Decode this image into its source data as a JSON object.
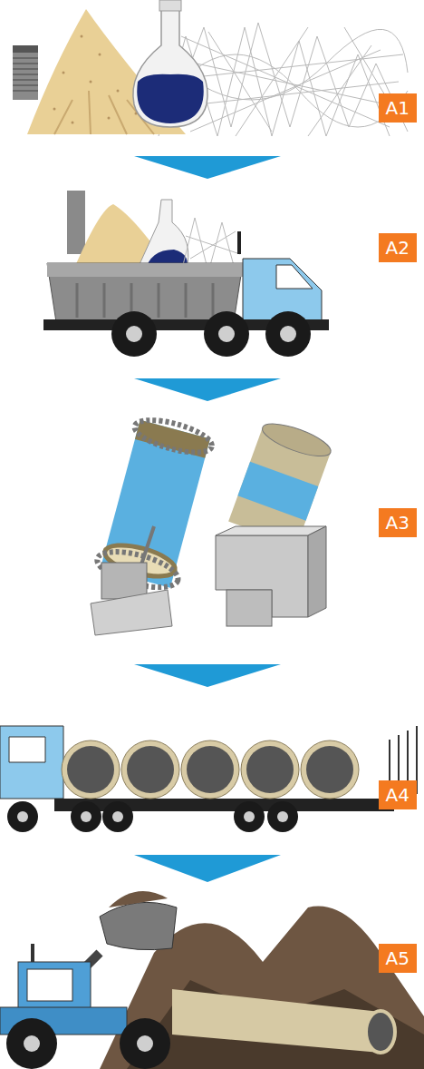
{
  "diagram": {
    "nodes": [
      {
        "text": [
          "A1"
        ]
      },
      {
        "text": [
          "A2"
        ]
      },
      {
        "text": [
          "A3"
        ]
      },
      {
        "text": [
          "A4"
        ]
      },
      {
        "text": [
          "A5"
        ]
      }
    ],
    "edges": [
      {
        "from": 0,
        "to": 1,
        "arrow": "to"
      },
      {
        "from": 1,
        "to": 2,
        "arrow": "to"
      },
      {
        "from": 2,
        "to": 3,
        "arrow": "to"
      },
      {
        "from": 3,
        "to": 4,
        "arrow": "to"
      }
    ]
  }
}
